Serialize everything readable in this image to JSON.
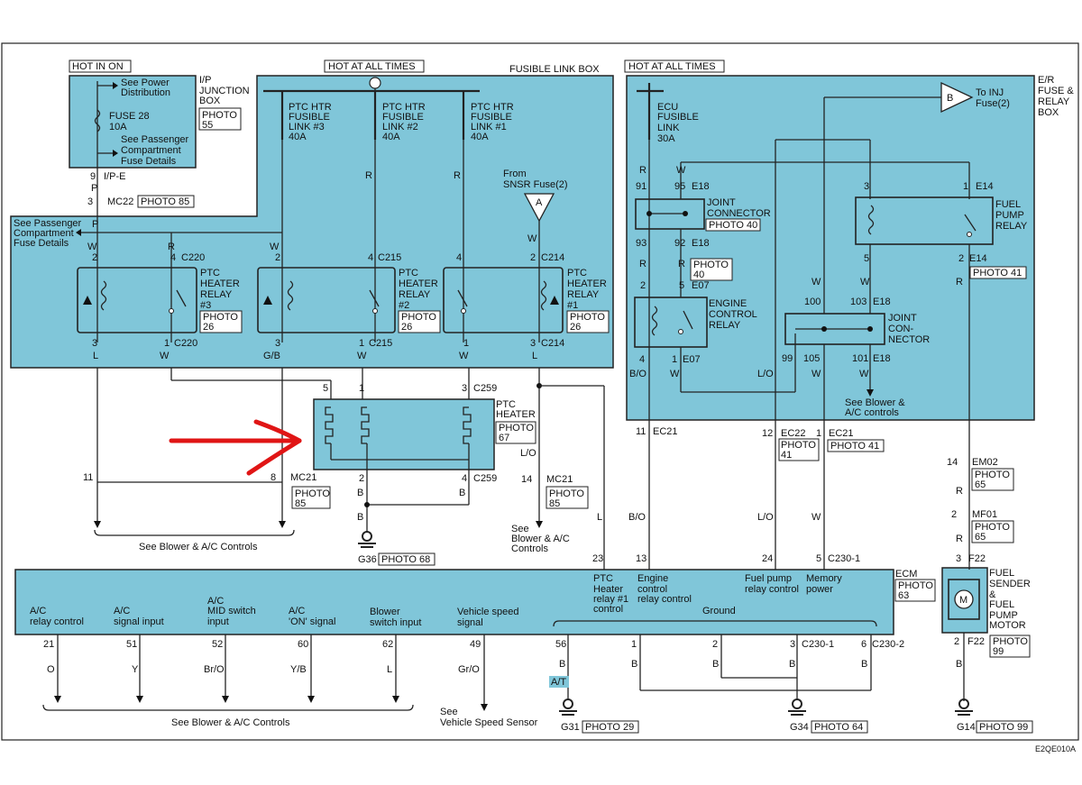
{
  "hot_in_on": "HOT IN ON",
  "hot_all_times_1": "HOT AT ALL TIMES",
  "hot_all_times_2": "HOT AT ALL TIMES",
  "fusible_link_box": "FUSIBLE LINK BOX",
  "see_power_1": "See Power",
  "see_power_2": "Distribution",
  "fuse28": "FUSE 28",
  "fuse28_amp": "10A",
  "see_pass_1": "See Passenger",
  "see_pass_2": "Compartment",
  "see_pass_3": "Fuse Details",
  "ip_1": "I/P",
  "ip_2": "JUNCTION",
  "ip_3": "BOX",
  "photo55_1": "PHOTO",
  "photo55_2": "55",
  "pin9": "9",
  "ipe": "I/P-E",
  "wireP1": "P",
  "pin3": "3",
  "mc22": "MC22",
  "photo85a": "PHOTO 85",
  "spc_left_1": "See Passenger",
  "spc_left_2": "Compartment",
  "spc_left_3": "Fuse Details",
  "wireP2": "P",
  "ptc3_1": "PTC HTR",
  "ptc3_2": "FUSIBLE",
  "ptc3_3": "LINK #3",
  "ptc3_4": "40A",
  "ptc2_1": "PTC HTR",
  "ptc2_2": "FUSIBLE",
  "ptc2_3": "LINK #2",
  "ptc2_4": "40A",
  "ptc1_1": "PTC HTR",
  "ptc1_2": "FUSIBLE",
  "ptc1_3": "LINK #1",
  "ptc1_4": "40A",
  "wireR_a": "R",
  "wireR_b": "R",
  "from_1": "From",
  "from_2": "SNSR Fuse(2)",
  "triA": "A",
  "wireW_a": "W",
  "relay3_w": "W",
  "relay3_r": "R",
  "relay3_p2": "2",
  "relay3_p4": "4",
  "c220a": "C220",
  "relay3_1": "PTC",
  "relay3_2": "HEATER",
  "relay3_3": "RELAY",
  "relay3_4": "#3",
  "photo26a_1": "PHOTO",
  "photo26a_2": "26",
  "relay3_p3": "3",
  "relay3_p1": "1",
  "c220b": "C220",
  "wireL_a": "L",
  "wireW_b": "W",
  "relay2_w": "W",
  "relay2_p2": "2",
  "relay2_p4": "4",
  "c215a": "C215",
  "relay2_1": "PTC",
  "relay2_2": "HEATER",
  "relay2_3": "RELAY",
  "relay2_4": "#2",
  "photo26b_1": "PHOTO",
  "photo26b_2": "26",
  "relay2_p3": "3",
  "relay2_p1": "1",
  "c215b": "C215",
  "wireGB": "G/B",
  "wireW_c": "W",
  "relay1_p4": "4",
  "relay1_p2": "2",
  "c214a": "C214",
  "relay1_1": "PTC",
  "relay1_2": "HEATER",
  "relay1_3": "RELAY",
  "relay1_4": "#1",
  "photo26c_1": "PHOTO",
  "photo26c_2": "26",
  "relay1_p1": "1",
  "relay1_p3": "3",
  "c214b": "C214",
  "wireW_d": "W",
  "wireL_b": "L",
  "heater_p5": "5",
  "heater_p1": "1",
  "heater_p3": "3",
  "c259a": "C259",
  "heater_1": "PTC",
  "heater_2": "HEATER",
  "photo67_1": "PHOTO",
  "photo67_2": "67",
  "wireLO_a": "L/O",
  "heater_p2": "2",
  "heater_p4": "4",
  "c259b": "C259",
  "pin11": "11",
  "pin8": "8",
  "mc21a": "MC21",
  "photo85b_1": "PHOTO",
  "photo85b_2": "85",
  "pin14": "14",
  "mc21b": "MC21",
  "photo85c_1": "PHOTO",
  "photo85c_2": "85",
  "wireB_a": "B",
  "wireB_b": "B",
  "wireB_c": "B",
  "g36": "G36",
  "photo68": "PHOTO 68",
  "see_blower_1": "See Blower & A/C Controls",
  "see_blower_r_1": "See",
  "see_blower_r_2": "Blower & A/C",
  "see_blower_r_3": "Controls",
  "ecu_1": "ECU",
  "ecu_2": "FUSIBLE",
  "ecu_3": "LINK",
  "ecu_4": "30A",
  "to_inj_1": "To INJ",
  "to_inj_2": "Fuse(2)",
  "triB": "B",
  "er_1": "E/R",
  "er_2": "FUSE &",
  "er_3": "RELAY",
  "er_4": "BOX",
  "er_R": "R",
  "er_W": "W",
  "p91": "91",
  "p95": "95",
  "e18a": "E18",
  "jc_1": "JOINT",
  "jc_2": "CONNECTOR",
  "photo40a": "PHOTO 40",
  "p93": "93",
  "p92": "92",
  "e18b": "E18",
  "er_R2": "R",
  "er_R3": "R",
  "photo40b_1": "PHOTO",
  "photo40b_2": "40",
  "p2e": "2",
  "p5e": "5",
  "e07a": "E07",
  "ecr_1": "ENGINE",
  "ecr_2": "CONTROL",
  "ecr_3": "RELAY",
  "p4e": "4",
  "p1e": "1",
  "e07b": "E07",
  "wireBO_a": "B/O",
  "wireW_e": "W",
  "wireLO_b": "L/O",
  "p3f": "3",
  "p1f": "1",
  "e14a": "E14",
  "fpr_1": "FUEL",
  "fpr_2": "PUMP",
  "fpr_3": "RELAY",
  "p5f": "5",
  "p2f": "2",
  "e14b": "E14",
  "photo41a": "PHOTO 41",
  "wireW_f": "W",
  "wireW_g": "W",
  "wireR_f": "R",
  "p100": "100",
  "p103": "103",
  "e18c": "E18",
  "jc2_1": "JOINT",
  "jc2_2": "CON-",
  "jc2_3": "NECTOR",
  "p99": "99",
  "p105": "105",
  "p101": "101",
  "e18d": "E18",
  "wireW_h": "W",
  "wireW_i": "W",
  "see_blower_er_1": "See Blower &",
  "see_blower_er_2": "A/C controls",
  "p11": "11",
  "ec21a": "EC21",
  "p12": "12",
  "ec22": "EC22",
  "p1g": "1",
  "ec21b": "EC21",
  "photo41b_1": "PHOTO",
  "photo41b_2": "41",
  "photo41c": "PHOTO 41",
  "p14": "14",
  "em02": "EM02",
  "photo65a_1": "PHOTO",
  "photo65a_2": "65",
  "wireR_g": "R",
  "p2m": "2",
  "mf01": "MF01",
  "photo65b_1": "PHOTO",
  "photo65b_2": "65",
  "wireR_h": "R",
  "p3m": "3",
  "f22a": "F22",
  "wireL_c": "L",
  "wireBO_b": "B/O",
  "wireLO_c": "L/O",
  "wireW_j": "W",
  "p23": "23",
  "p13": "13",
  "p24": "24",
  "p5c": "5",
  "c2301a": "C230-1",
  "ecm": "ECM",
  "photo63_1": "PHOTO",
  "photo63_2": "63",
  "fs_1": "FUEL",
  "fs_2": "SENDER",
  "fs_3": "&",
  "fs_4": "FUEL",
  "fs_5": "PUMP",
  "fs_6": "MOTOR",
  "motor": "M",
  "ac_relay_1": "A/C",
  "ac_relay_2": "relay control",
  "ac_sig_1": "A/C",
  "ac_sig_2": "signal input",
  "ac_mid_1": "A/C",
  "ac_mid_2": "MID switch",
  "ac_mid_3": "input",
  "ac_on_1": "A/C",
  "ac_on_2": "'ON' signal",
  "blower_1": "Blower",
  "blower_2": "switch input",
  "vs_1": "Vehicle speed",
  "vs_2": "signal",
  "ptcr_1": "PTC",
  "ptcr_2": "Heater",
  "ptcr_3": "relay #1",
  "ptcr_4": "control",
  "eng_1": "Engine",
  "eng_2": "control",
  "eng_3": "relay control",
  "fpc_1": "Fuel pump",
  "fpc_2": "relay control",
  "mem_1": "Memory",
  "mem_2": "power",
  "ground": "Ground",
  "e21": "21",
  "e51": "51",
  "e52": "52",
  "e60": "60",
  "e62": "62",
  "e49": "49",
  "e56": "56",
  "e1": "1",
  "e2": "2",
  "e3": "3",
  "c2301b": "C230-1",
  "e6": "6",
  "c2302": "C230-2",
  "p2g": "2",
  "f22b": "F22",
  "photo99a_1": "PHOTO",
  "photo99a_2": "99",
  "bw_O": "O",
  "bw_Y": "Y",
  "bw_BrO": "Br/O",
  "bw_YB": "Y/B",
  "bw_L": "L",
  "bw_GrO": "Gr/O",
  "bw_B1": "B",
  "bw_B2": "B",
  "bw_B3": "B",
  "bw_B4": "B",
  "bw_B5": "B",
  "bw_B6": "B",
  "at": "A/T",
  "see_blower_bot": "See Blower & A/C Controls",
  "see_vs_1": "See",
  "see_vs_2": "Vehicle Speed Sensor",
  "g31": "G31",
  "photo29": "PHOTO 29",
  "g34": "G34",
  "photo64": "PHOTO 64",
  "g14": "G14",
  "photo99b": "PHOTO 99",
  "code": "E2QE010A"
}
